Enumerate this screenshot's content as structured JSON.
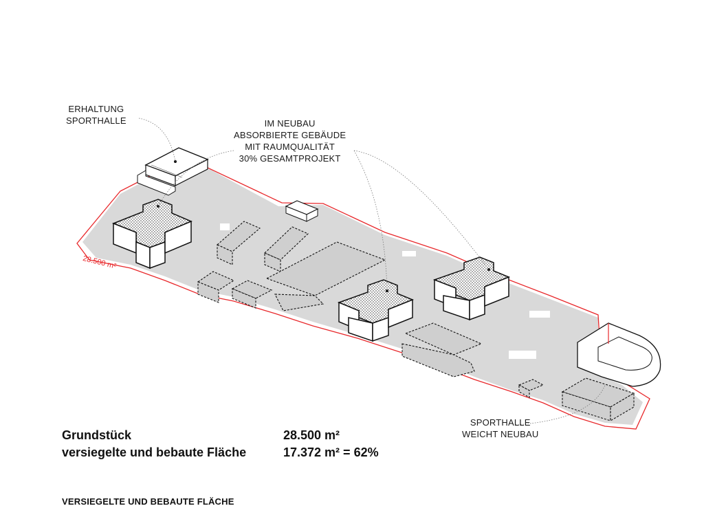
{
  "labels": {
    "erhaltung": [
      "ERHALTUNG",
      "SPORTHALLE"
    ],
    "neubau": [
      "IM NEUBAU",
      "ABSORBIERTE GEBÄUDE",
      "MIT RAUMQUALITÄT",
      "30% GESAMTPROJEKT"
    ],
    "sporthalle_neubau": [
      "SPORTHALLE",
      "WEICHT NEUBAU"
    ],
    "area": "28.500 m²"
  },
  "stats": [
    {
      "label": "Grundstück",
      "value": "28.500 m²"
    },
    {
      "label": "versiegelte und bebaute Fläche",
      "value": "17.372 m² = 62%"
    }
  ],
  "footer_title": "VERSIEGELTE UND BEBAUTE FLÄCHE",
  "colors": {
    "boundary": "#e8282b",
    "sealed_area": "#d9d9d9",
    "building_fill": "#ffffff",
    "building_stroke": "#111111",
    "existing_block": "#cfcfcf"
  }
}
